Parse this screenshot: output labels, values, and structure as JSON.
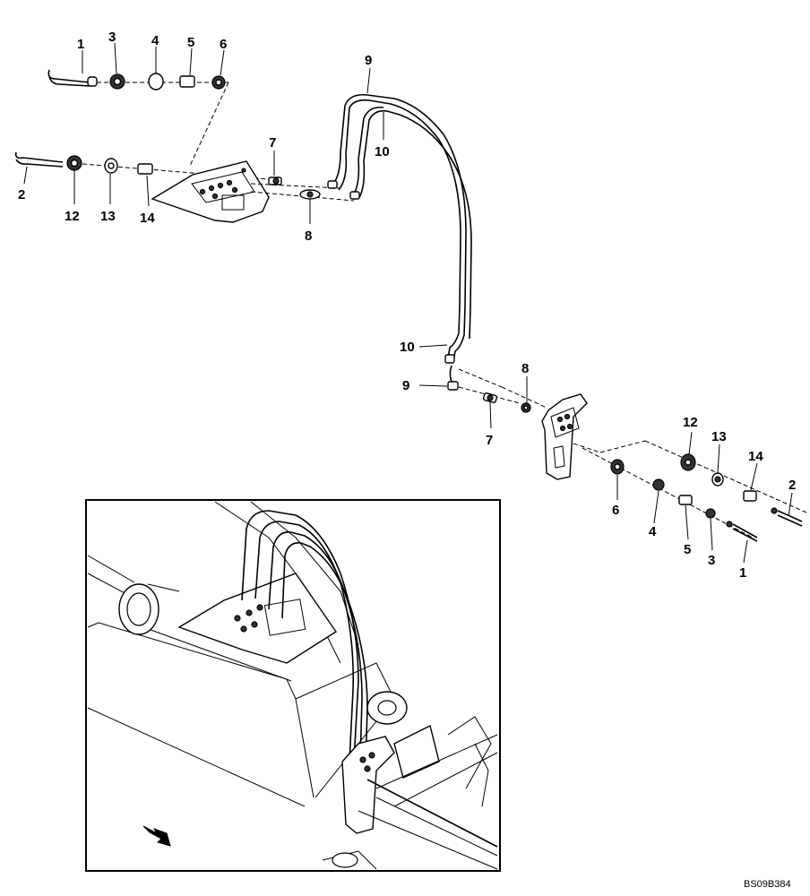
{
  "callouts": {
    "c1_top": "1",
    "c3_top": "3",
    "c4_top": "4",
    "c5_top": "5",
    "c6_top": "6",
    "c2_left": "2",
    "c12_left": "12",
    "c13_left": "13",
    "c14_left": "14",
    "c7_top": "7",
    "c8_top": "8",
    "c9_top": "9",
    "c10_top": "10",
    "c10_mid": "10",
    "c9_mid": "9",
    "c8_mid": "8",
    "c7_mid": "7",
    "c12_right": "12",
    "c13_right": "13",
    "c14_right": "14",
    "c2_right": "2",
    "c6_right": "6",
    "c4_right": "4",
    "c5_right": "5",
    "c3_right": "3",
    "c1_right": "1"
  },
  "reference_code": "BS09B384"
}
